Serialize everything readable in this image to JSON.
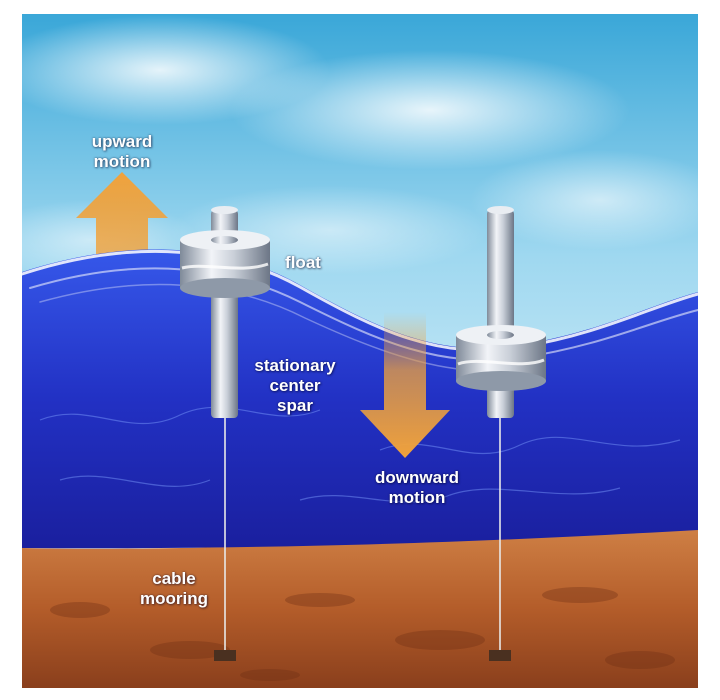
{
  "labels": {
    "upward_motion": "upward\nmotion",
    "float": "float",
    "stationary_center_spar": "stationary\ncenter\nspar",
    "downward_motion": "downward\nmotion",
    "cable_mooring": "cable\nmooring"
  },
  "colors": {
    "sky_top": "#3aa7d8",
    "sky_bottom": "#d8f0fa",
    "water_surface": "#2f4fe0",
    "water_deep": "#1b22b0",
    "seabed_top": "#c9753a",
    "seabed_bottom": "#8a3f1c",
    "arrow": "#f0a23c",
    "metal_light": "#f2f4f8",
    "metal_dark": "#7f8a99"
  }
}
